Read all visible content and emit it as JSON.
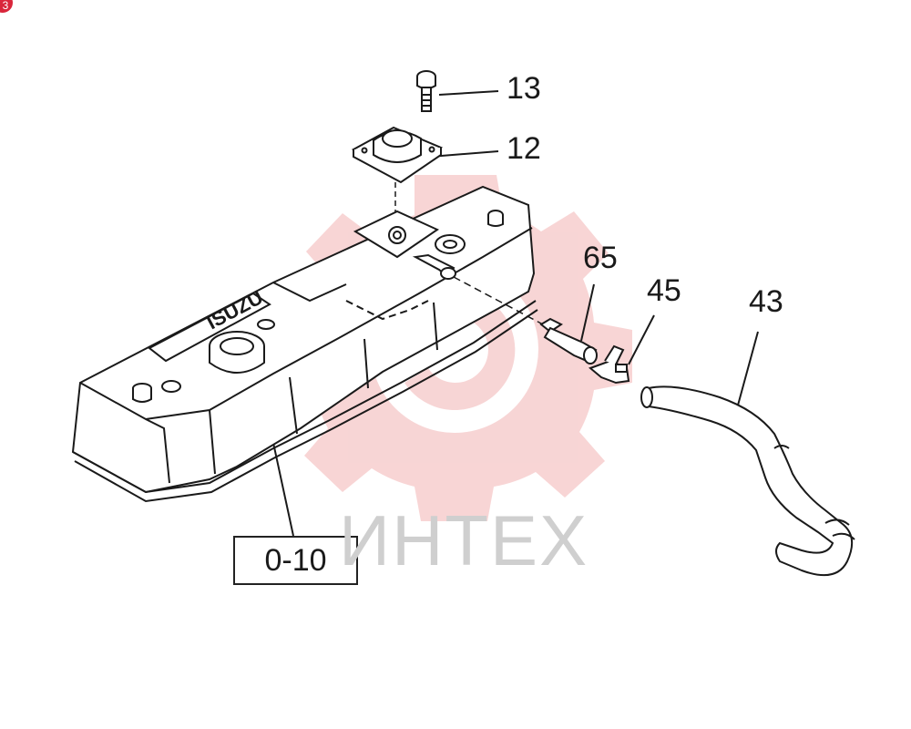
{
  "callouts": {
    "bolt": "13",
    "cap": "12",
    "pipe": "65",
    "clip": "45",
    "hose": "43"
  },
  "reference_box": "0-10",
  "cover_brand": "ISUZU",
  "watermark": "ИНТЕХ",
  "colors": {
    "line": "#1a1a1a",
    "watermark_gear": "#f2b3b3",
    "watermark_text": "#cfcfcf",
    "badge": "#d9263b"
  }
}
